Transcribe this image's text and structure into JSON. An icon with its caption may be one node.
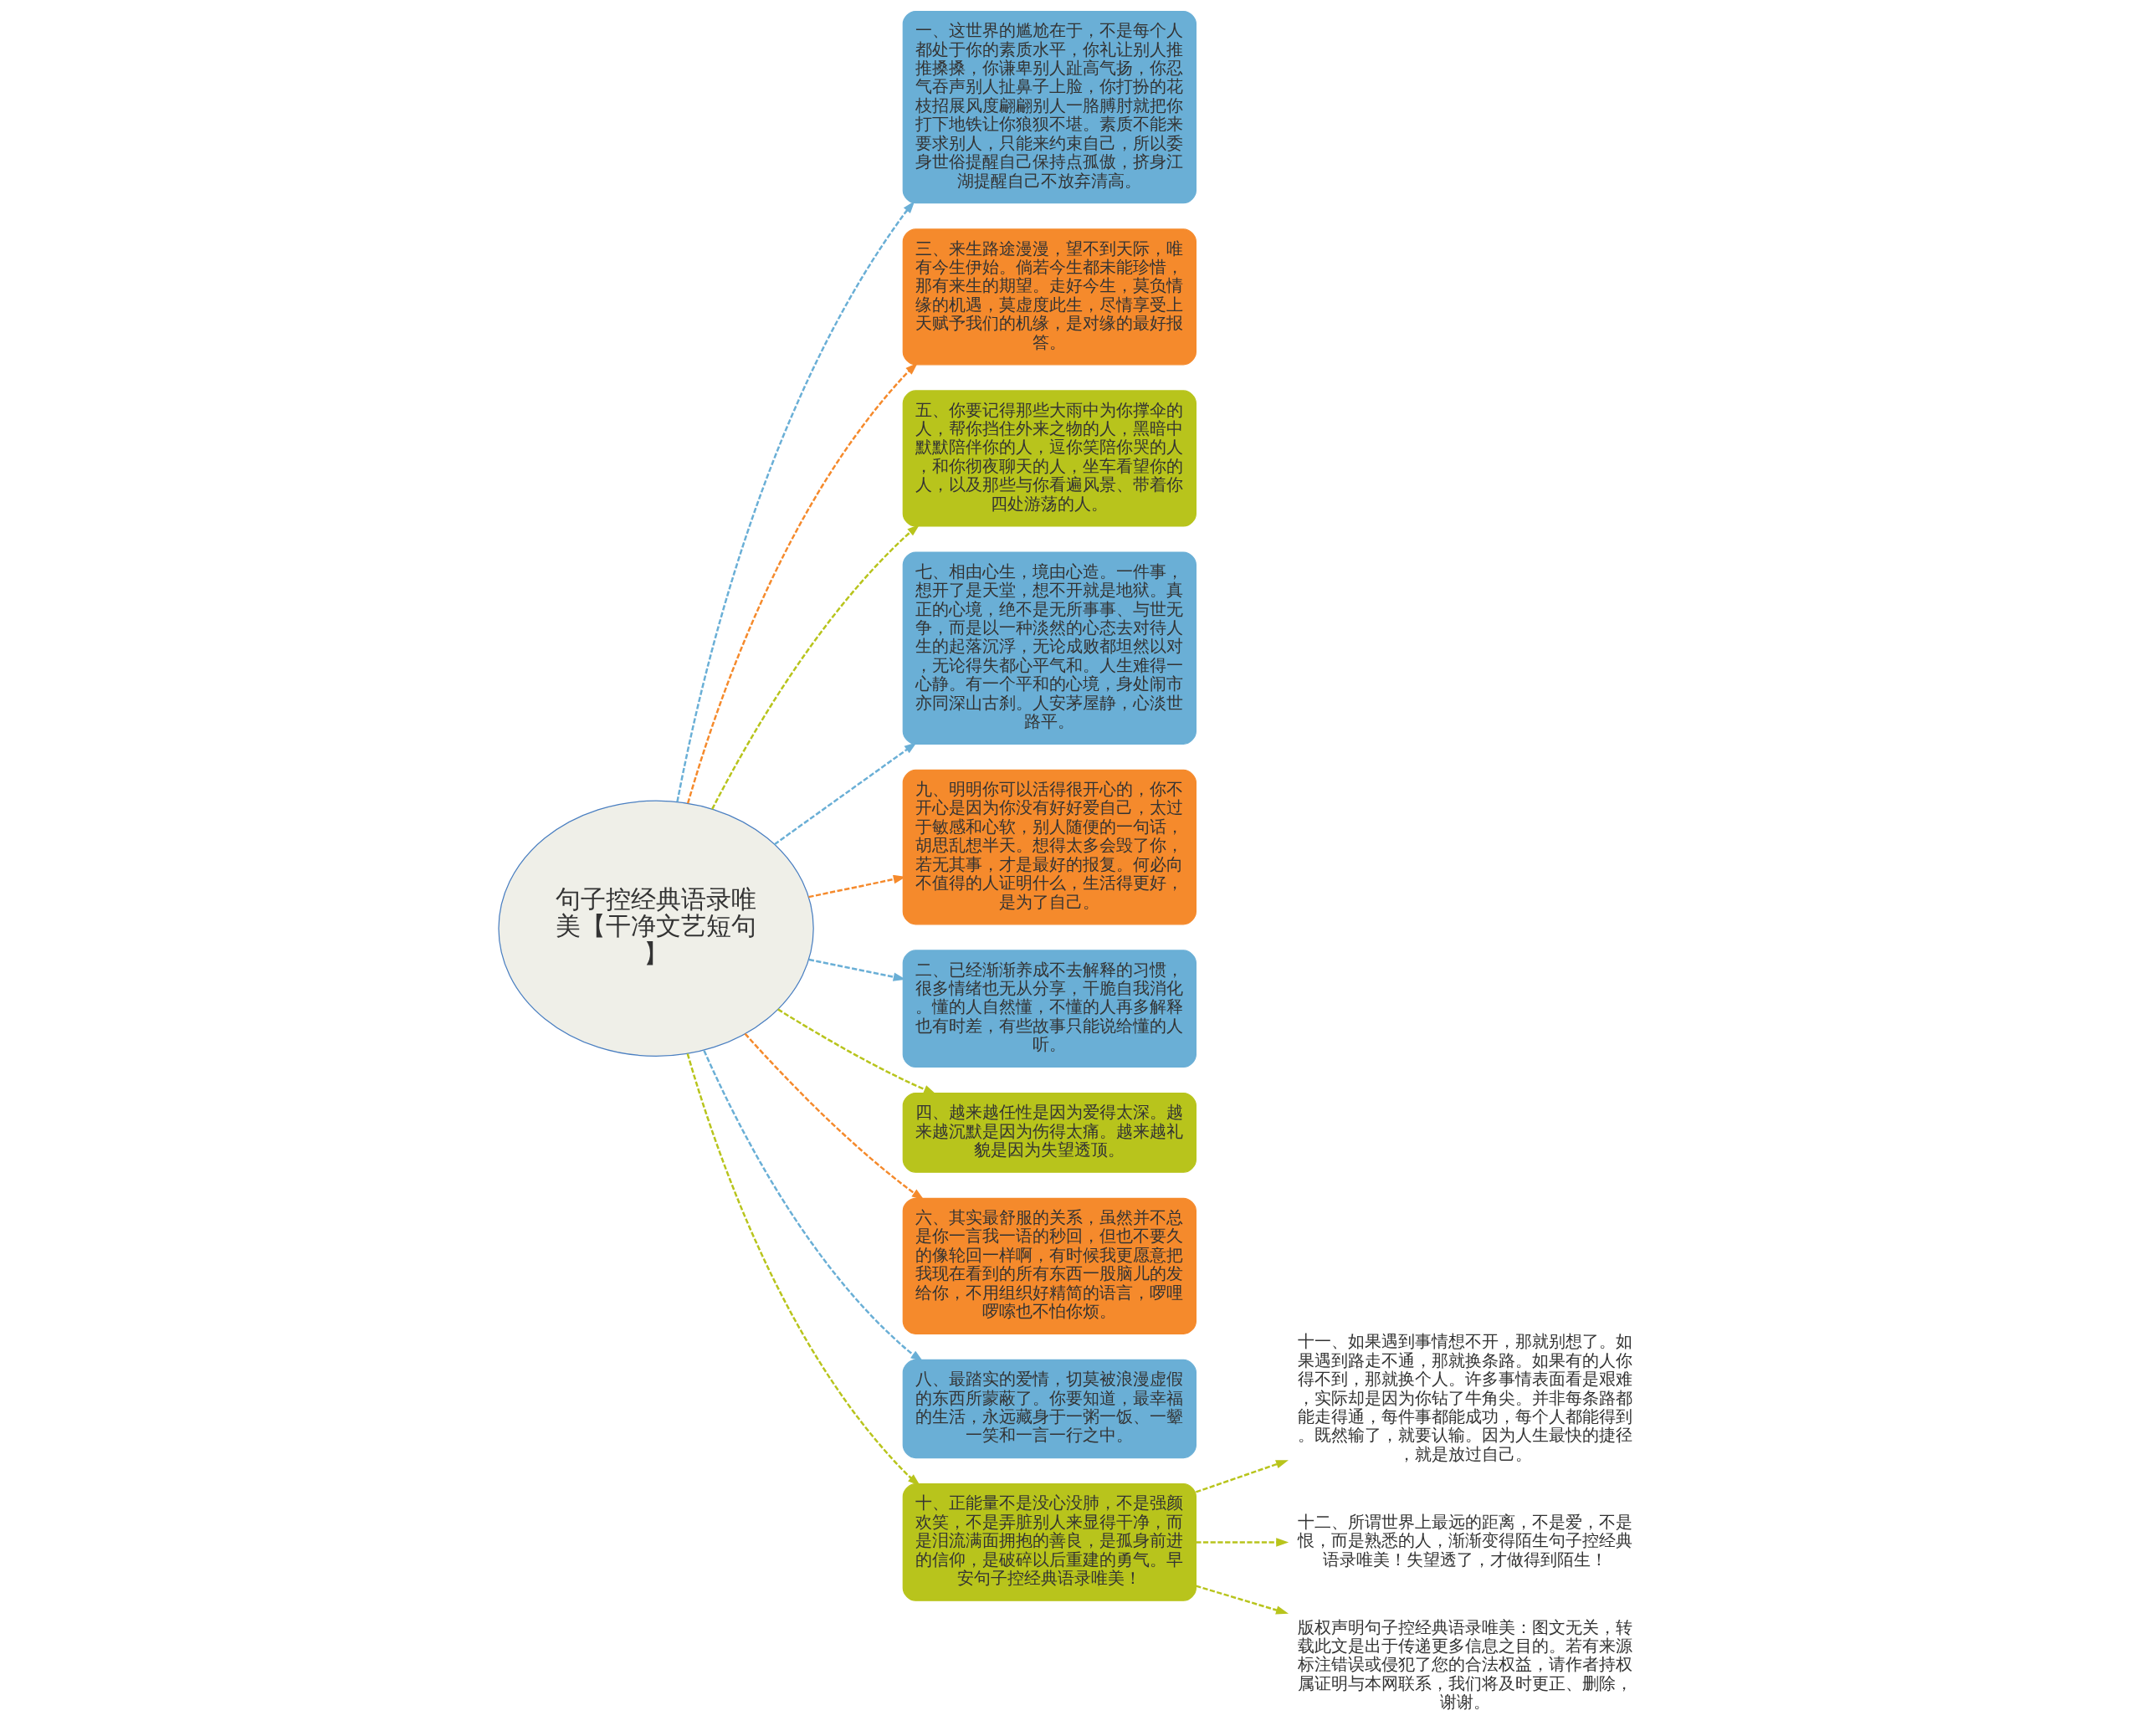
{
  "diagram": {
    "nodes": [
      {
        "text": [
          "句子控经典语录唯美【干净文艺短句】"
        ]
      },
      {
        "text": [
          "一、这世界的尴尬在于，不是每个人都处于你的素质水平，你礼让别人推推搡搡，你谦卑别人趾高气扬，你忍气吞声别人扯鼻子上脸，你打扮的花枝招展风度翩翩别人一胳膊肘就把你打下地铁让你狼狈不堪。素质不能来要求别人，只能来约束自己，所以委身世俗提醒自己保持点孤傲，挤身江湖提醒自己不放弃清高。"
        ]
      },
      {
        "text": [
          "三、来生路途漫漫，望不到天际，唯有今生伊始。倘若今生都未能珍惜，那有来生的期望。走好今生，莫负情缘的机遇，莫虚度此生，尽情享受上天赋予我们的机缘，是对缘的最好报答。"
        ]
      },
      {
        "text": [
          "五、你要记得那些大雨中为你撑伞的人，帮你挡住外来之物的人，黑暗中默默陪伴你的人，逗你笑陪你哭的人，和你彻夜聊天的人，坐车看望你的人，以及那些与你看遍风景、带着你四处游荡的人。"
        ]
      },
      {
        "text": [
          "七、相由心生，境由心造。一件事，想开了是天堂，想不开就是地狱。真正的心境，绝不是无所事事、与世无争，而是以一种淡然的心态去对待人生的起落沉浮，无论成败都坦然以对，无论得失都心平气和。人生难得一心静。有一个平和的心境，身处闹市亦同深山古刹。人安茅屋静，心淡世路平。"
        ]
      },
      {
        "text": [
          "九、明明你可以活得很开心的，你不开心是因为你没有好好爱自己，太过于敏感和心软，别人随便的一句话，胡思乱想半天。想得太多会毁了你，若无其事，才是最好的报复。何必向不值得的人证明什么，生活得更好，是为了自己。"
        ]
      },
      {
        "text": [
          "二、已经渐渐养成不去解释的习惯，很多情绪也无从分享，干脆自我消化。懂的人自然懂，不懂的人再多解释也有时差，有些故事只能说给懂的人听。"
        ]
      },
      {
        "text": [
          "四、越来越任性是因为爱得太深。越来越沉默是因为伤得太痛。越来越礼貌是因为失望透顶。"
        ]
      },
      {
        "text": [
          "六、其实最舒服的关系，虽然并不总是你一言我一语的秒回，但也不要久的像轮回一样啊，有时候我更愿意把我现在看到的所有东西一股脑儿的发给你，不用组织好精简的语言，啰哩啰嗦也不怕你烦。"
        ]
      },
      {
        "text": [
          "八、最踏实的爱情，切莫被浪漫虚假的东西所蒙蔽了。你要知道，最幸福的生活，永远藏身于一粥一饭、一颦一笑和一言一行之中。"
        ]
      },
      {
        "text": [
          "十、正能量不是没心没肺，不是强颜欢笑，不是弄脏别人来显得干净，而是泪流满面拥抱的善良，是孤身前进的信仰，是破碎以后重建的勇气。早安句子控经典语录唯美！"
        ]
      },
      {
        "text": [
          "十一、如果遇到事情想不开，那就别想了。如果遇到路走不通，那就换条路。如果有的人你得不到，那就换个人。许多事情表面看是艰难，实际却是因为你钻了牛角尖。并非每条路都能走得通，每件事都能成功，每个人都能得到。既然输了，就要认输。因为人生最快的捷径，就是放过自己。"
        ]
      },
      {
        "text": [
          "十二、所谓世界上最远的距离，不是爱，不是恨，而是熟悉的人，渐渐变得陌生句子控经典语录唯美！失望透了，才做得到陌生！"
        ]
      },
      {
        "text": [
          "版权声明句子控经典语录唯美：图文无关，转载此文是出于传递更多信息之目的。若有来源标注错误或侵犯了您的合法权益，请作者持权属证明与本网联系，我们将及时更正、删除，谢谢。"
        ]
      }
    ],
    "edges": [
      {
        "from": 0,
        "to": 1,
        "arrow": "to",
        "style": "dashed",
        "color": "#6aafd6"
      },
      {
        "from": 0,
        "to": 2,
        "arrow": "to",
        "style": "dashed",
        "color": "#f58a2c"
      },
      {
        "from": 0,
        "to": 3,
        "arrow": "to",
        "style": "dashed",
        "color": "#b8c41c"
      },
      {
        "from": 0,
        "to": 4,
        "arrow": "to",
        "style": "dashed",
        "color": "#6aafd6"
      },
      {
        "from": 0,
        "to": 5,
        "arrow": "to",
        "style": "dashed",
        "color": "#f58a2c"
      },
      {
        "from": 0,
        "to": 6,
        "arrow": "to",
        "style": "dashed",
        "color": "#6aafd6"
      },
      {
        "from": 0,
        "to": 7,
        "arrow": "to",
        "style": "dashed",
        "color": "#b8c41c"
      },
      {
        "from": 0,
        "to": 8,
        "arrow": "to",
        "style": "dashed",
        "color": "#f58a2c"
      },
      {
        "from": 0,
        "to": 9,
        "arrow": "to",
        "style": "dashed",
        "color": "#6aafd6"
      },
      {
        "from": 0,
        "to": 10,
        "arrow": "to",
        "style": "dashed",
        "color": "#b8c41c"
      },
      {
        "from": 10,
        "to": 11,
        "arrow": "to",
        "style": "dashed",
        "color": "#b8c41c"
      },
      {
        "from": 10,
        "to": 12,
        "arrow": "to",
        "style": "dashed",
        "color": "#b8c41c"
      },
      {
        "from": 10,
        "to": 13,
        "arrow": "to",
        "style": "dashed",
        "color": "#b8c41c"
      }
    ]
  }
}
